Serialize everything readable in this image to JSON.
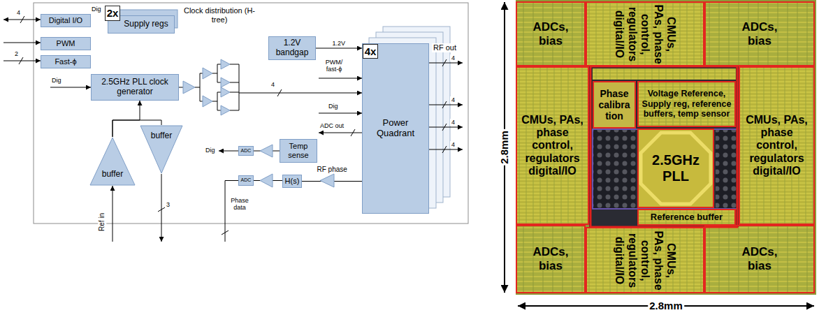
{
  "diagram": {
    "nodes": [
      {
        "text": [
          "Digital I/O"
        ]
      },
      {
        "text": [
          "2x"
        ]
      },
      {
        "text": [
          "Supply regs"
        ]
      },
      {
        "text": [
          "PWM"
        ]
      },
      {
        "text": [
          "Fast-ϕ"
        ]
      },
      {
        "text": [
          "2.5GHz PLL clock generator"
        ]
      },
      {
        "text": [
          "1.2V bandgap"
        ]
      },
      {
        "text": [
          "Power Quadrant"
        ]
      },
      {
        "text": [
          "4x"
        ],
        "in": 7
      },
      {
        "text": [
          "ADC"
        ]
      },
      {
        "text": [
          "Temp sense"
        ]
      },
      {
        "text": [
          "ADC"
        ]
      },
      {
        "text": [
          "H(s)"
        ]
      },
      {
        "text": [
          "buffer"
        ]
      },
      {
        "text": [
          "buffer"
        ]
      },
      {
        "text": [
          "ADCs, bias"
        ]
      },
      {
        "text": [
          "CMUs, PAs, phase control, regulators digital/IO"
        ]
      },
      {
        "text": [
          "ADCs, bias"
        ]
      },
      {
        "text": [
          "CMUs, PAs, phase control, regulators digital/IO"
        ]
      },
      {
        "text": [
          "Phase calibra tion"
        ]
      },
      {
        "text": [
          "Voltage Reference, Supply reg, reference buffers, temp sensor"
        ]
      },
      {
        "text": [
          "2.5GHz PLL"
        ]
      },
      {
        "text": [
          "CMUs, PAs, phase control, regulators digital/IO"
        ]
      },
      {
        "text": [
          "Reference buffer"
        ]
      },
      {
        "text": [
          "ADCs, bias"
        ]
      },
      {
        "text": [
          "CMUs, PAs, phase control, regulators digital/IO"
        ]
      },
      {
        "text": [
          "ADCs, bias"
        ]
      }
    ],
    "edges": [
      {
        "from": 13,
        "to": 5,
        "arrow": "to"
      },
      {
        "from": 13,
        "to": 14,
        "arrow": "none"
      },
      {
        "from": 6,
        "to": 7,
        "label": "1.2V",
        "arrow": "to"
      },
      {
        "from": 7,
        "to": 12,
        "label": "RF phase",
        "arrow": "none"
      },
      {
        "from": 12,
        "to": 11,
        "arrow": "none"
      },
      {
        "from": 10,
        "to": 9,
        "arrow": "none"
      }
    ],
    "labels": [
      "4",
      "Dig",
      "2",
      "Clock distribution (H-tree)",
      "Dig",
      "PWM/ fast-ϕ",
      "4",
      "Dig",
      "ADC out",
      "RF out",
      "4",
      "4",
      "4",
      "4",
      "Dig",
      "Phase data",
      "Ref in",
      "3",
      "2.8mm",
      "2.8mm"
    ]
  }
}
